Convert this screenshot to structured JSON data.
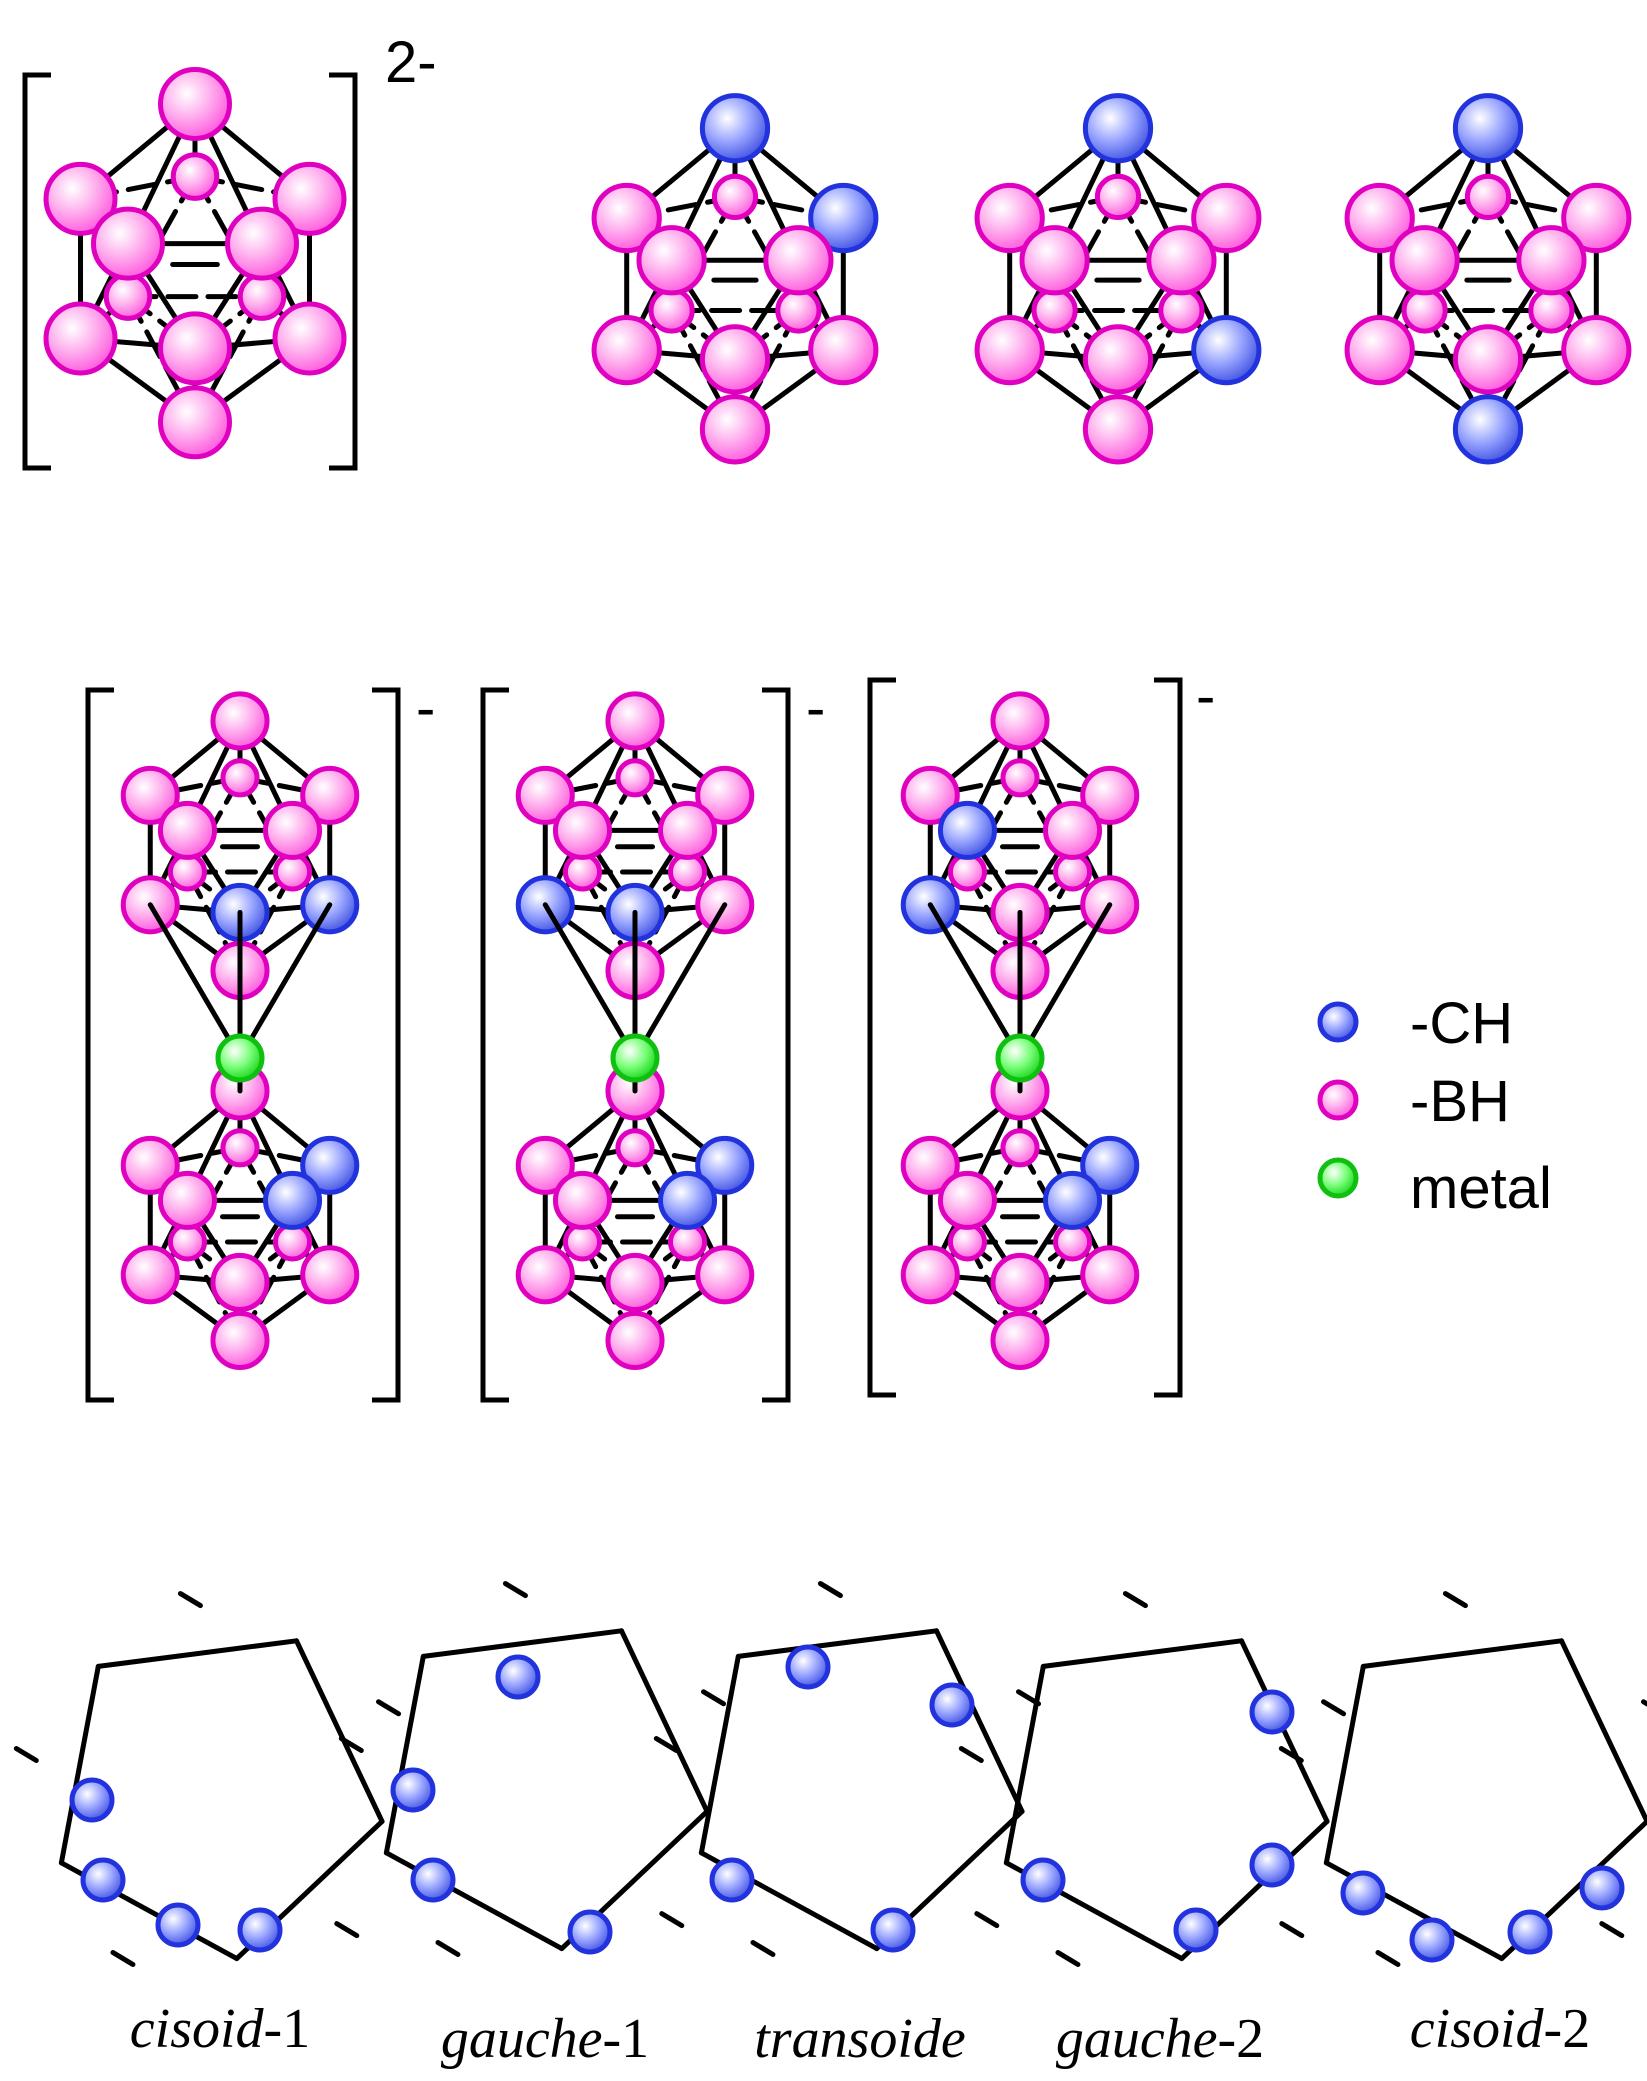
{
  "charges": {
    "dianion": "2-",
    "anion_1": "-",
    "anion_2": "-",
    "anion_3": "-"
  },
  "legend": {
    "items": [
      {
        "label": "-CH",
        "color": "#3b3bff"
      },
      {
        "label": "-BH",
        "color": "#ff4fd8"
      },
      {
        "label": "metal",
        "color": "#22dd22"
      }
    ]
  },
  "conformers": {
    "labels": [
      {
        "prefix": "cisoid",
        "suffix": "-1"
      },
      {
        "prefix": "gauche",
        "suffix": "-1"
      },
      {
        "prefix": "transoide",
        "suffix": ""
      },
      {
        "prefix": "gauche",
        "suffix": "-2"
      },
      {
        "prefix": "cisoid",
        "suffix": "-2"
      }
    ]
  },
  "colors": {
    "carbon_ch": "#3b3bff",
    "boron_bh": "#ff4fd8",
    "metal": "#22dd22",
    "bond": "#000000"
  },
  "icons": {
    "ch": "blue-sphere-icon",
    "bh": "magenta-sphere-icon",
    "metal": "green-sphere-icon"
  }
}
